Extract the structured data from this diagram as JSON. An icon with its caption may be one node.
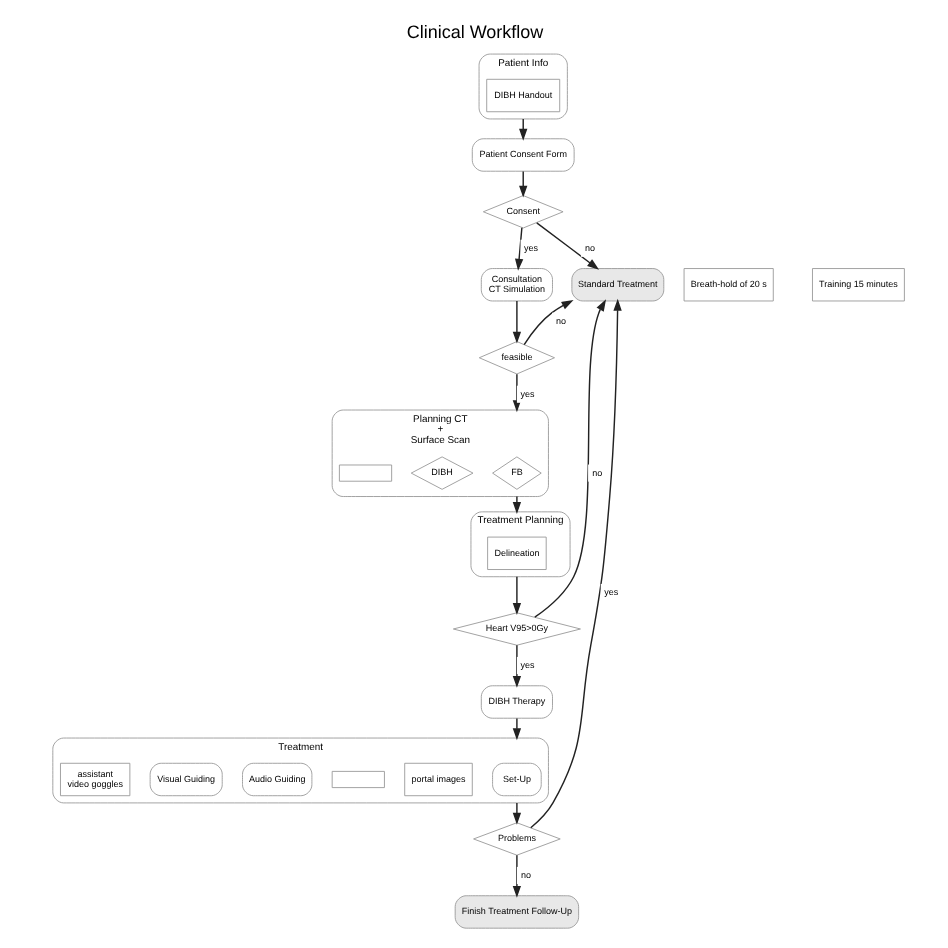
{
  "diagram": {
    "title": "Clinical Workflow",
    "nodes": [
      {
        "text": [
          "Patient Consent Form"
        ]
      },
      {
        "text": [
          "Patient Info"
        ]
      },
      {
        "text": [
          "DIBH Handout"
        ],
        "in": 1
      },
      {
        "text": [
          "Consent"
        ]
      },
      {
        "text": [
          "Consultation",
          "CT Simulation"
        ]
      },
      {
        "text": [
          "Breath-hold of 20 s"
        ]
      },
      {
        "text": [
          "Training 15 minutes"
        ]
      },
      {
        "text": [
          "Standard Treatment"
        ]
      },
      {
        "text": [
          "feasible"
        ]
      },
      {
        "text": [
          "Planning CT",
          "+",
          "Surface Scan"
        ]
      },
      {
        "text": [
          "FB"
        ],
        "in": 9
      },
      {
        "text": [
          "DIBH"
        ],
        "in": 9
      },
      {
        "text": [],
        "shape": "box",
        "in": 9
      },
      {
        "text": [
          "Treatment Planning"
        ]
      },
      {
        "text": [
          "Delineation"
        ],
        "in": 13
      },
      {
        "text": [
          "Heart V95>0Gy"
        ]
      },
      {
        "text": [
          "DIBH Therapy"
        ]
      },
      {
        "text": [
          "Treatment"
        ]
      },
      {
        "text": [
          "Set-Up"
        ],
        "in": 17
      },
      {
        "text": [
          "portal images"
        ],
        "in": 17
      },
      {
        "text": [],
        "shape": "box",
        "in": 17
      },
      {
        "text": [
          "Audio Guiding"
        ],
        "in": 17
      },
      {
        "text": [
          "Visual Guiding"
        ],
        "in": 17
      },
      {
        "text": [
          "assistant",
          "video goggles"
        ],
        "in": 17
      },
      {
        "text": [
          "Problems"
        ]
      },
      {
        "text": [
          "Finish Treatment Follow-Up"
        ]
      }
    ],
    "edges": [
      {
        "from": 1,
        "to": 0,
        "arrow": "to"
      },
      {
        "from": 0,
        "to": 3,
        "arrow": "to"
      },
      {
        "from": 3,
        "to": 4,
        "arrow": "to",
        "label": "yes"
      },
      {
        "from": 3,
        "to": 7,
        "arrow": "to",
        "label": "no"
      },
      {
        "from": 4,
        "to": 8,
        "arrow": "to"
      },
      {
        "from": 8,
        "to": 7,
        "arrow": "to",
        "label": "no"
      },
      {
        "from": 8,
        "to": 9,
        "arrow": "to",
        "label": "yes"
      },
      {
        "from": 9,
        "to": 13,
        "arrow": "to"
      },
      {
        "from": 13,
        "to": 15,
        "arrow": "to"
      },
      {
        "from": 15,
        "to": 7,
        "arrow": "to",
        "label": "no"
      },
      {
        "from": 15,
        "to": 16,
        "arrow": "to",
        "label": "yes"
      },
      {
        "from": 16,
        "to": 17,
        "arrow": "to"
      },
      {
        "from": 17,
        "to": 24,
        "arrow": "to"
      },
      {
        "from": 24,
        "to": 7,
        "arrow": "to",
        "label": "yes"
      },
      {
        "from": 24,
        "to": 25,
        "arrow": "to",
        "label": "no"
      }
    ]
  }
}
